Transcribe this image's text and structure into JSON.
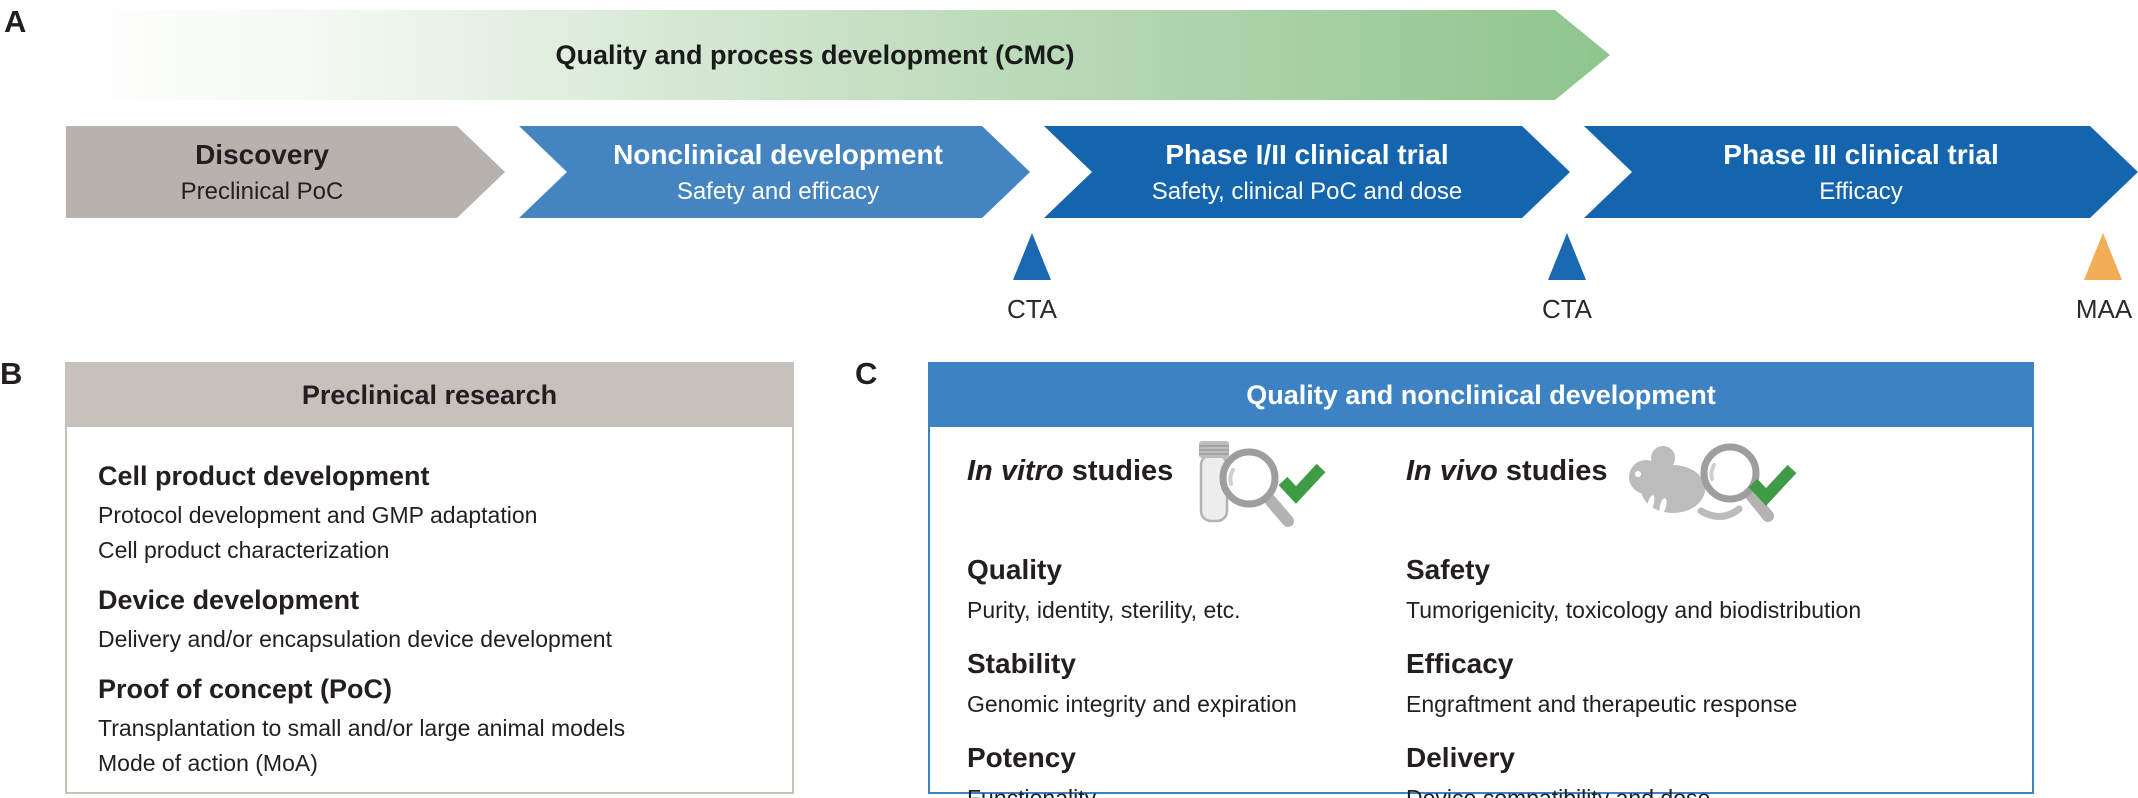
{
  "panel_a": {
    "label": "A",
    "cmc_arrow": {
      "label": "Quality and process development (CMC)"
    },
    "stages": [
      {
        "title": "Discovery",
        "subtitle": "Preclinical PoC"
      },
      {
        "title": "Nonclinical development",
        "subtitle": "Safety and efficacy"
      },
      {
        "title": "Phase I/II clinical trial",
        "subtitle": "Safety, clinical PoC and dose"
      },
      {
        "title": "Phase III clinical trial",
        "subtitle": "Efficacy"
      }
    ],
    "milestones": [
      {
        "label": "CTA",
        "color": "#1b68b2"
      },
      {
        "label": "CTA",
        "color": "#1b68b2"
      },
      {
        "label": "MAA",
        "color": "#f2ad55"
      }
    ]
  },
  "panel_b": {
    "label": "B",
    "header": "Preclinical research",
    "sections": [
      {
        "title": "Cell product development",
        "lines": [
          "Protocol development and GMP adaptation",
          "Cell product characterization"
        ]
      },
      {
        "title": "Device development",
        "lines": [
          "Delivery and/or encapsulation device development"
        ]
      },
      {
        "title": "Proof of concept (PoC)",
        "lines": [
          "Transplantation to small and/or large animal models",
          "Mode of action (MoA)"
        ]
      }
    ]
  },
  "panel_c": {
    "label": "C",
    "header": "Quality and nonclinical development",
    "columns": [
      {
        "heading_italic": "In vitro",
        "heading_rest": " studies",
        "icon": "test-tube-magnifier-check-icon",
        "items": [
          {
            "term": "Quality",
            "desc": "Purity, identity, sterility, etc."
          },
          {
            "term": "Stability",
            "desc": "Genomic integrity and expiration"
          },
          {
            "term": "Potency",
            "desc": "Functionality"
          }
        ]
      },
      {
        "heading_italic": "In vivo",
        "heading_rest": " studies",
        "icon": "mouse-magnifier-check-icon",
        "items": [
          {
            "term": "Safety",
            "desc": "Tumorigenicity, toxicology and biodistribution"
          },
          {
            "term": "Efficacy",
            "desc": "Engraftment and therapeutic response"
          },
          {
            "term": "Delivery",
            "desc": "Device compatibility and dose"
          }
        ]
      }
    ]
  },
  "colors": {
    "stage_gray": "#b7b2ad",
    "stage_blue_mid": "#4484c1",
    "stage_blue_dark": "#1565ae",
    "cmc_green_end": "#8fc58d",
    "cta_marker": "#1b68b2",
    "maa_marker": "#f2ad55",
    "check_green": "#3f9b45",
    "icon_gray": "#bcbcbc",
    "panel_b_header_bg": "#c6c1bb",
    "panel_c_blue": "#3d82c3",
    "text_dark": "#231f20"
  }
}
